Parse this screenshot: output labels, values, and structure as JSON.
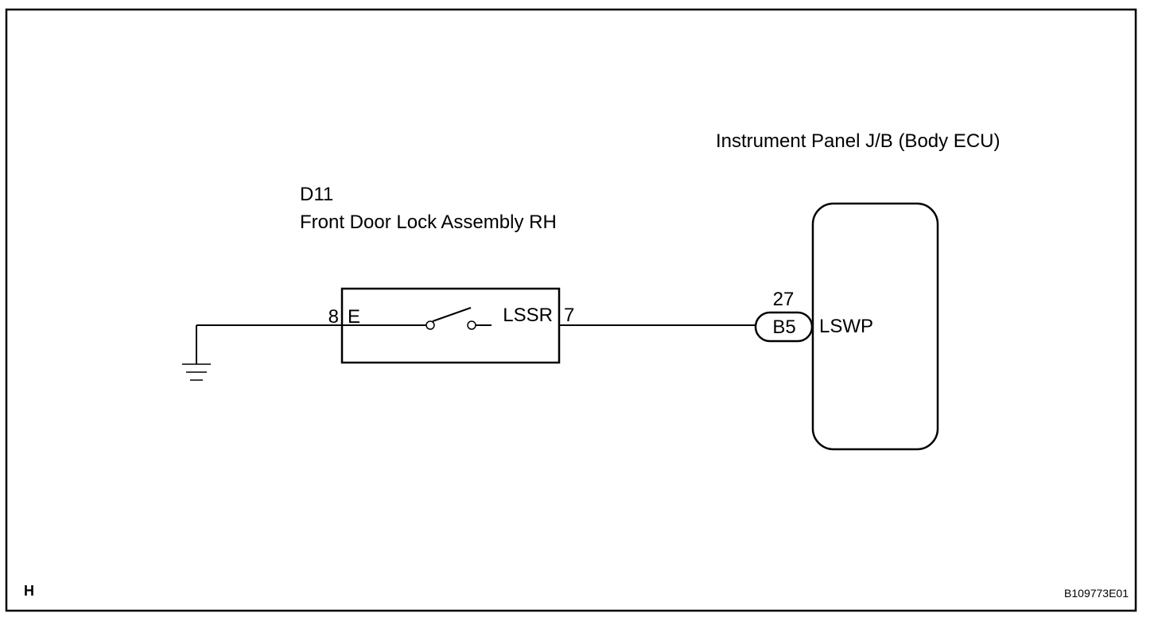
{
  "ecu": {
    "title": "Instrument Panel J/B (Body ECU)",
    "pin_number": "27",
    "connector": "B5",
    "terminal": "LSWP"
  },
  "door_lock": {
    "code": "D11",
    "name": "Front Door Lock Assembly RH",
    "left_pin": "8",
    "left_terminal": "E",
    "right_terminal": "LSSR",
    "right_pin": "7"
  },
  "footer": {
    "section_code": "H",
    "figure_id": "B109773E01"
  }
}
